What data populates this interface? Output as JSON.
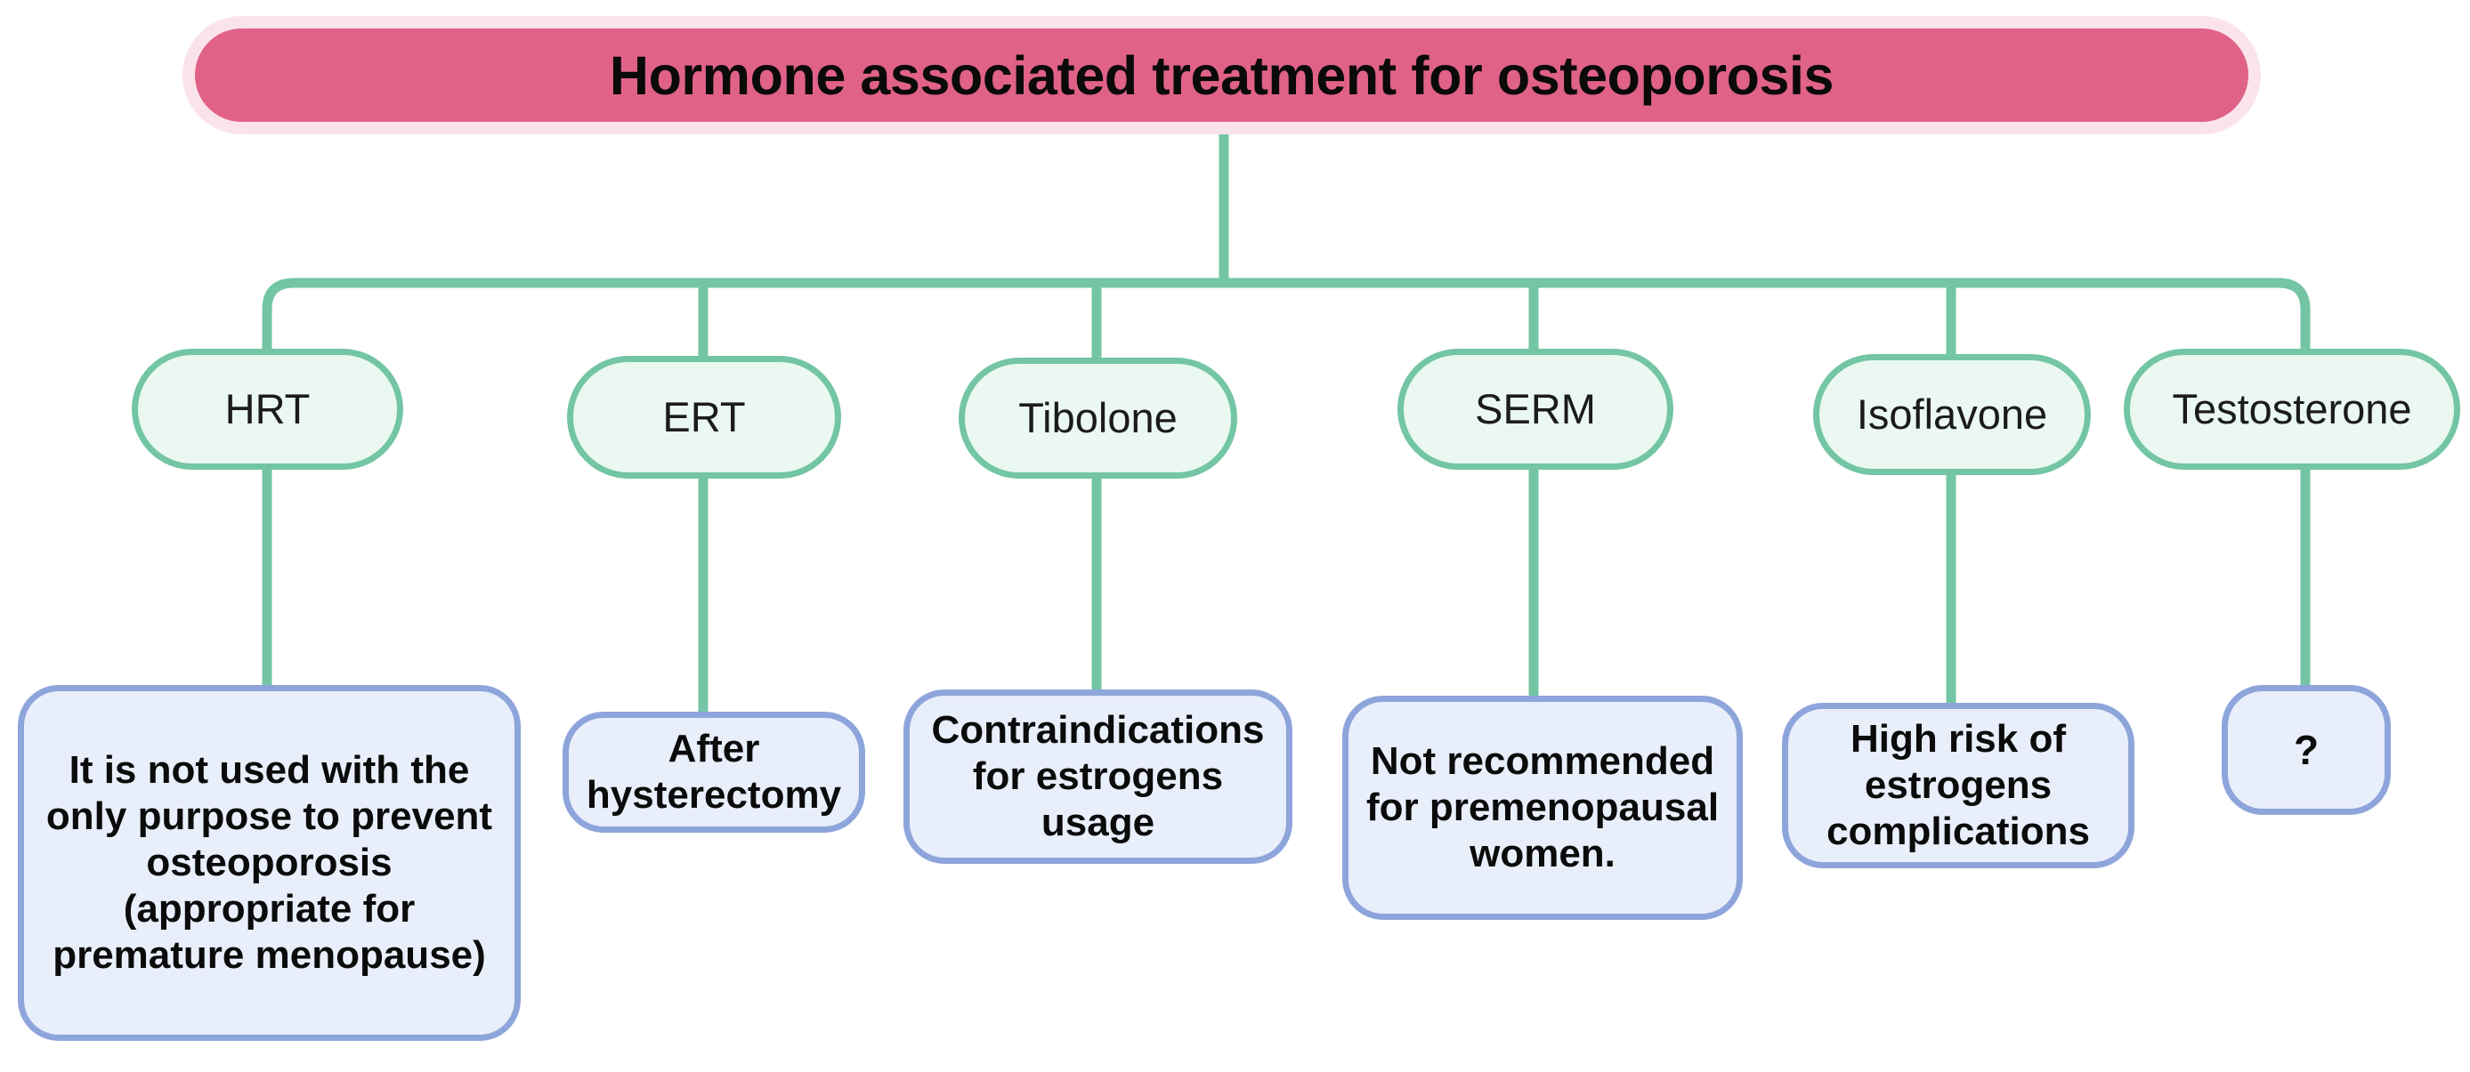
{
  "diagram": {
    "type": "hierarchy-tree",
    "title": "Hormone associated treatment for osteoporosis",
    "colors": {
      "root_fill": "#e06287",
      "root_outline": "#fbe3ec",
      "category_fill": "#eaf8f1",
      "category_border": "#73c5a4",
      "detail_fill": "#e9eefb",
      "detail_border": "#8ea5db",
      "connector": "#73c5a4",
      "text": "#0b0b0b",
      "background": "#ffffff"
    },
    "root": {
      "label": "Hormone associated treatment for osteoporosis"
    },
    "categories": [
      {
        "id": "hrt",
        "label": "HRT",
        "detail": "It is not used with the only purpose to prevent osteoporosis (appropriate for premature menopause)"
      },
      {
        "id": "ert",
        "label": "ERT",
        "detail": "After hysterectomy"
      },
      {
        "id": "tibolone",
        "label": "Tibolone",
        "detail": "Contraindications for estrogens usage"
      },
      {
        "id": "serm",
        "label": "SERM",
        "detail": "Not recommended for premenopausal women."
      },
      {
        "id": "isoflavone",
        "label": "Isoflavone",
        "detail": "High risk of estrogens complications"
      },
      {
        "id": "testosterone",
        "label": "Testosterone",
        "detail": "?"
      }
    ]
  }
}
